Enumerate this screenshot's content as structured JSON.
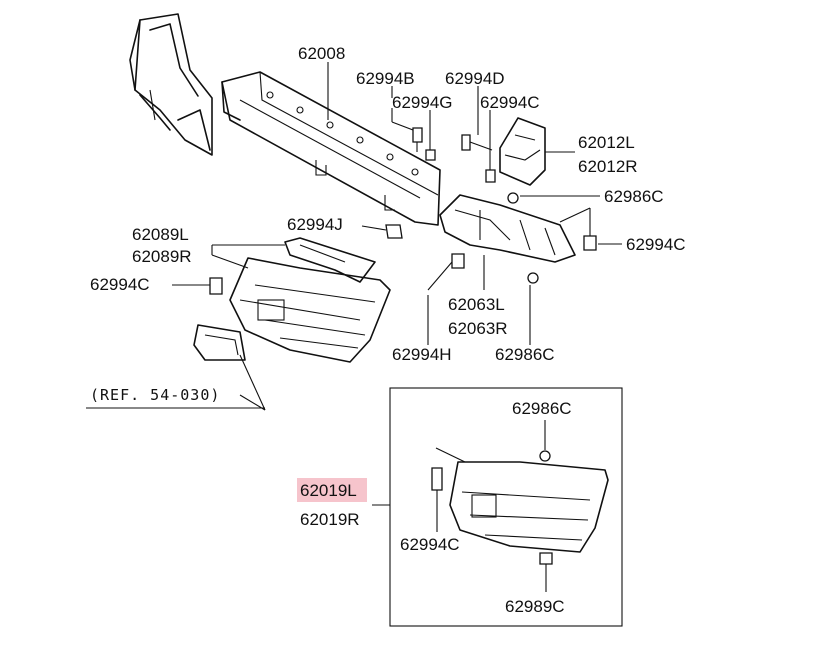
{
  "labels": {
    "p62008": "62008",
    "p62994B": "62994B",
    "p62994D": "62994D",
    "p62994G": "62994G",
    "p62994C_top": "62994C",
    "p62012L": "62012L",
    "p62012R": "62012R",
    "p62986C_top": "62986C",
    "p62994J": "62994J",
    "p62994C_right": "62994C",
    "p62089L": "62089L",
    "p62089R": "62089R",
    "p62994C_left": "62994C",
    "p62063L": "62063L",
    "p62063R": "62063R",
    "p62994H": "62994H",
    "p62986C_mid": "62986C",
    "ref": "(REF. 54-030)",
    "p62019L": "62019L",
    "p62019R": "62019R",
    "p62986C_box": "62986C",
    "p62994C_box": "62994C",
    "p62989C": "62989C"
  },
  "highlight_color": "#f6c4cc"
}
